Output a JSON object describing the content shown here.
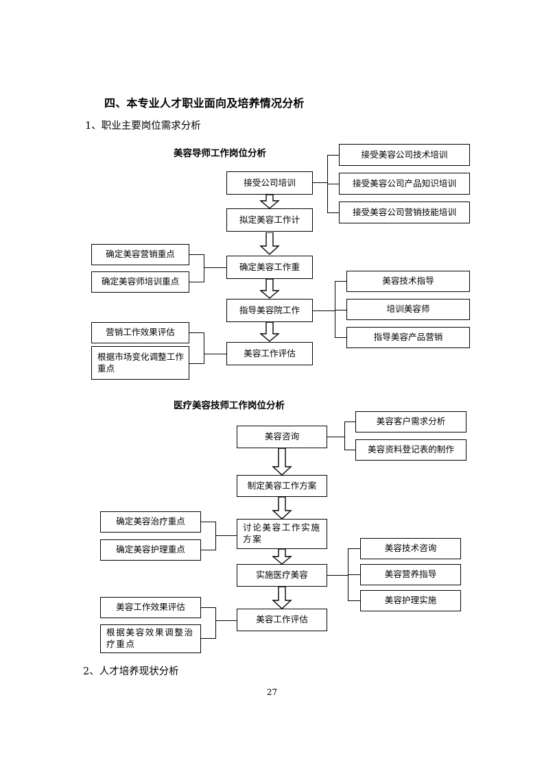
{
  "document": {
    "heading": "四、本专业人才职业面向及培养情况分析",
    "subheading_1": "1、职业主要岗位需求分析",
    "subheading_2": "2、人才培养现状分析",
    "page_number": "27"
  },
  "chart_data": [
    {
      "type": "diagram",
      "title": "美容导师工作岗位分析",
      "main_flow": [
        "接受公司培训",
        "拟定美容工作计",
        "确定美容工作重",
        "指导美容院工作",
        "美容工作评估"
      ],
      "right_branches": [
        {
          "from": "接受公司培训",
          "items": [
            "接受美容公司技术培训",
            "接受美容公司产品知识培训",
            "接受美容公司营销技能培训"
          ]
        },
        {
          "from": "指导美容院工作",
          "items": [
            "美容技术指导",
            "培训美容师",
            "指导美容产品营销"
          ]
        }
      ],
      "left_branches": [
        {
          "to": "确定美容工作重",
          "items": [
            "确定美容营销重点",
            "确定美容师培训重点"
          ]
        },
        {
          "to": "美容工作评估",
          "items": [
            "营销工作效果评估",
            "根据市场变化调整工作重点"
          ]
        }
      ]
    },
    {
      "type": "diagram",
      "title": "医疗美容技师工作岗位分析",
      "main_flow": [
        "美容咨询",
        "制定美容工作方案",
        "讨论美容工作实施方案",
        "实施医疗美容",
        "美容工作评估"
      ],
      "right_branches": [
        {
          "from": "美容咨询",
          "items": [
            "美容客户需求分析",
            "美容资料登记表的制作"
          ]
        },
        {
          "from": "实施医疗美容",
          "items": [
            "美容技术咨询",
            "美容营养指导",
            "美容护理实施"
          ]
        }
      ],
      "left_branches": [
        {
          "to": "讨论美容工作实施方案",
          "items": [
            "确定美容治疗重点",
            "确定美容护理重点"
          ]
        },
        {
          "to": "美容工作评估",
          "items": [
            "美容工作效果评估",
            "根据美容效果调整治疗重点"
          ]
        }
      ]
    }
  ],
  "boxes": {
    "c1_main_0": "接受公司培训",
    "c1_main_1": "拟定美容工作计",
    "c1_main_2": "确定美容工作重",
    "c1_main_3": "指导美容院工作",
    "c1_main_4": "美容工作评估",
    "c1_right_0": "接受美容公司技术培训",
    "c1_right_1": "接受美容公司产品知识培训",
    "c1_right_2": "接受美容公司营销技能培训",
    "c1_right_3": "美容技术指导",
    "c1_right_4": "培训美容师",
    "c1_right_5": "指导美容产品营销",
    "c1_left_0": "确定美容营销重点",
    "c1_left_1": "确定美容师培训重点",
    "c1_left_2": "营销工作效果评估",
    "c1_left_3": "根据市场变化调整工作重点",
    "c2_main_0": "美容咨询",
    "c2_main_1": "制定美容工作方案",
    "c2_main_2": "讨论美容工作实施方案",
    "c2_main_3": "实施医疗美容",
    "c2_main_4": "美容工作评估",
    "c2_right_0": "美容客户需求分析",
    "c2_right_1": "美容资料登记表的制作",
    "c2_right_2": "美容技术咨询",
    "c2_right_3": "美容营养指导",
    "c2_right_4": "美容护理实施",
    "c2_left_0": "确定美容治疗重点",
    "c2_left_1": "确定美容护理重点",
    "c2_left_2": "美容工作效果评估",
    "c2_left_3": "根据美容效果调整治疗重点"
  }
}
